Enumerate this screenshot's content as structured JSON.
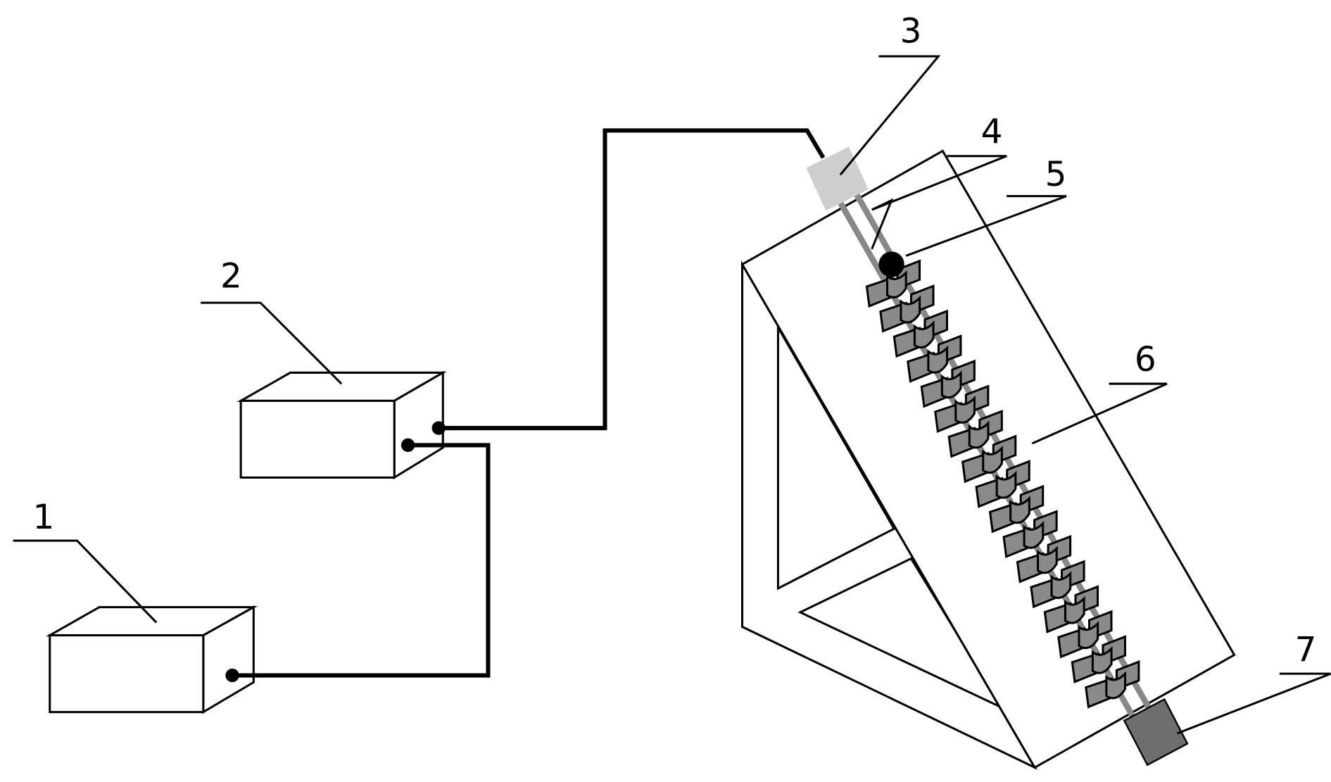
{
  "labels": {
    "l1": "1",
    "l2": "2",
    "l3": "3",
    "l4": "4",
    "l5": "5",
    "l6": "6",
    "l7": "7"
  },
  "step_count": 17,
  "colors": {
    "line": "#000000",
    "plate": "#8a8a8a",
    "sensor_top": "#cfcfcf",
    "sensor_bottom": "#6e6e6e",
    "rod": "#888888"
  }
}
